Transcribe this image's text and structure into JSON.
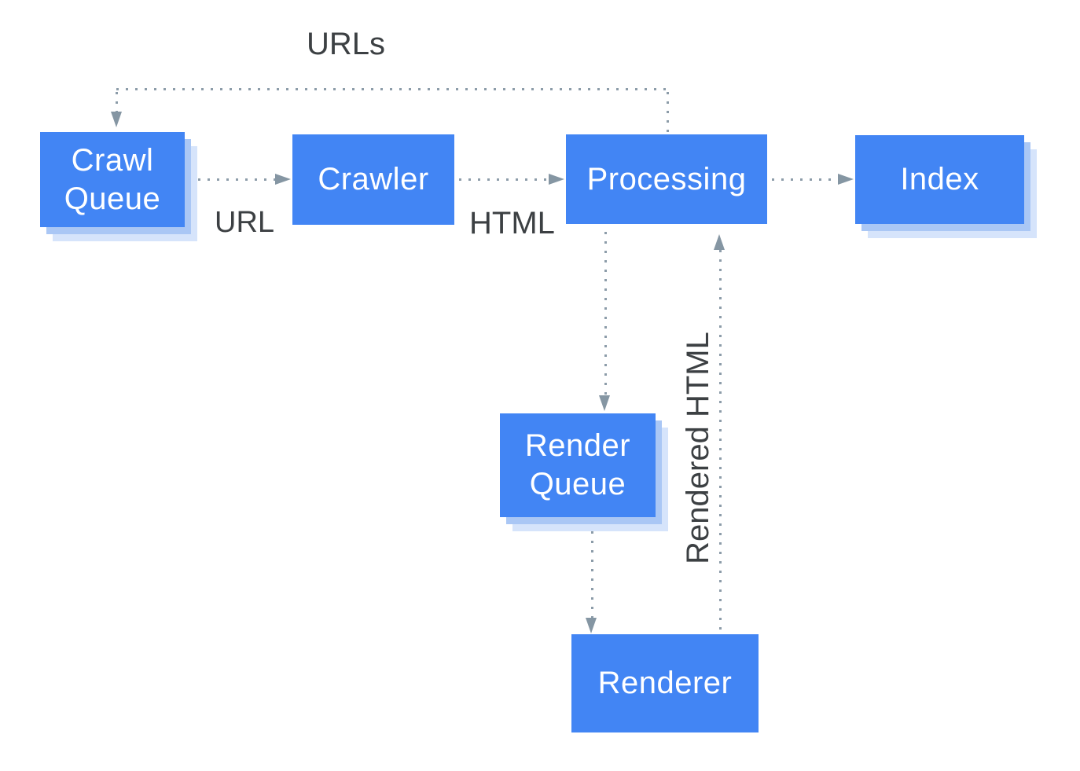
{
  "diagram": {
    "nodes": [
      {
        "id": "crawl-queue",
        "label": "Crawl Queue",
        "type": "queue"
      },
      {
        "id": "crawler",
        "label": "Crawler",
        "type": "process"
      },
      {
        "id": "processing",
        "label": "Processing",
        "type": "process"
      },
      {
        "id": "index",
        "label": "Index",
        "type": "store"
      },
      {
        "id": "render-queue",
        "label": "Render Queue",
        "type": "queue"
      },
      {
        "id": "renderer",
        "label": "Renderer",
        "type": "process"
      }
    ],
    "edges": [
      {
        "from": "processing",
        "to": "crawl-queue",
        "label": "URLs",
        "style": "dotted"
      },
      {
        "from": "crawl-queue",
        "to": "crawler",
        "label": "URL",
        "style": "dotted"
      },
      {
        "from": "crawler",
        "to": "processing",
        "label": "HTML",
        "style": "dotted"
      },
      {
        "from": "processing",
        "to": "index",
        "label": "",
        "style": "dotted"
      },
      {
        "from": "processing",
        "to": "render-queue",
        "label": "",
        "style": "dotted"
      },
      {
        "from": "render-queue",
        "to": "renderer",
        "label": "",
        "style": "dotted"
      },
      {
        "from": "renderer",
        "to": "processing",
        "label": "Rendered HTML",
        "style": "dotted"
      }
    ],
    "colors": {
      "node_fill": "#4285f4",
      "node_text": "#ffffff",
      "shadow_inner": "#aac7f5",
      "shadow_outer": "#d6e4fb",
      "connector_dots": "#8c9ca9",
      "arrowhead": "#8596a3",
      "label_text": "#3c4043",
      "background": "#ffffff"
    }
  }
}
